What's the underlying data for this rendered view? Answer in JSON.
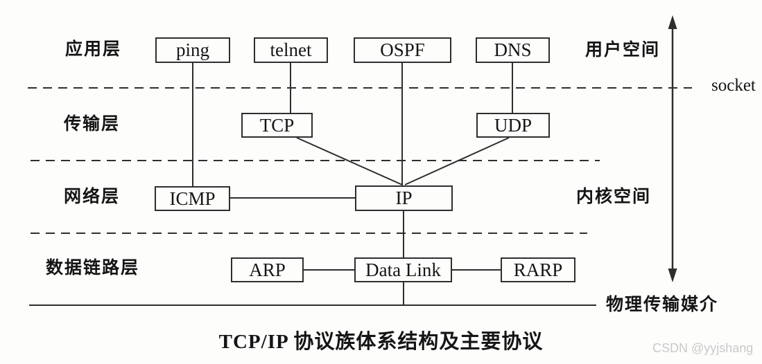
{
  "diagram": {
    "caption": "TCP/IP 协议族体系结构及主要协议",
    "watermark": "CSDN @yyjshang",
    "layers": {
      "application": "应用层",
      "transport": "传输层",
      "network": "网络层",
      "datalink": "数据链路层"
    },
    "annotations": {
      "user_space": "用户空间",
      "kernel_space": "内核空间",
      "socket": "socket",
      "physical_medium": "物理传输媒介"
    },
    "nodes": {
      "ping": "ping",
      "telnet": "telnet",
      "ospf": "OSPF",
      "dns": "DNS",
      "tcp": "TCP",
      "udp": "UDP",
      "icmp": "ICMP",
      "ip": "IP",
      "arp": "ARP",
      "data_link": "Data Link",
      "rarp": "RARP"
    },
    "colors": {
      "line": "#2e2e2e",
      "text": "#151515",
      "watermark": "#c9c9c9",
      "background": "#fdfdfc"
    }
  }
}
